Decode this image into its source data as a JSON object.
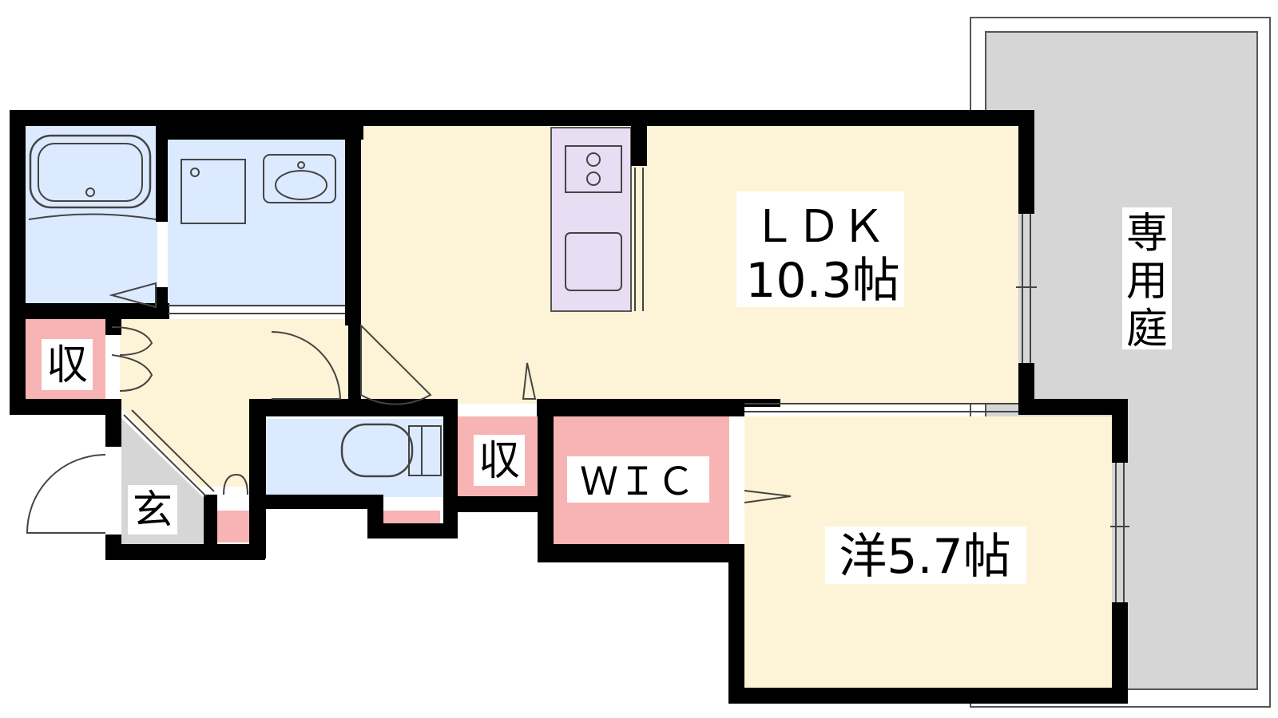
{
  "rooms": {
    "ldk_name": "ＬＤＫ",
    "ldk_size": "10.3帖",
    "western_room": "洋5.7帖",
    "wic": "ＷＩＣ",
    "storage_main": "収",
    "storage_hall": "収",
    "entrance": "玄",
    "garden_line1": "専",
    "garden_line2": "用",
    "garden_line3": "庭"
  },
  "colors": {
    "living": "#fdf3d6",
    "wet_area": "#dbeafe",
    "storage": "#f8b4b4",
    "kitchen": "#e8ddf3",
    "garden": "#d6d6d6",
    "entrance": "#d6d6d6",
    "wall": "#000000"
  }
}
